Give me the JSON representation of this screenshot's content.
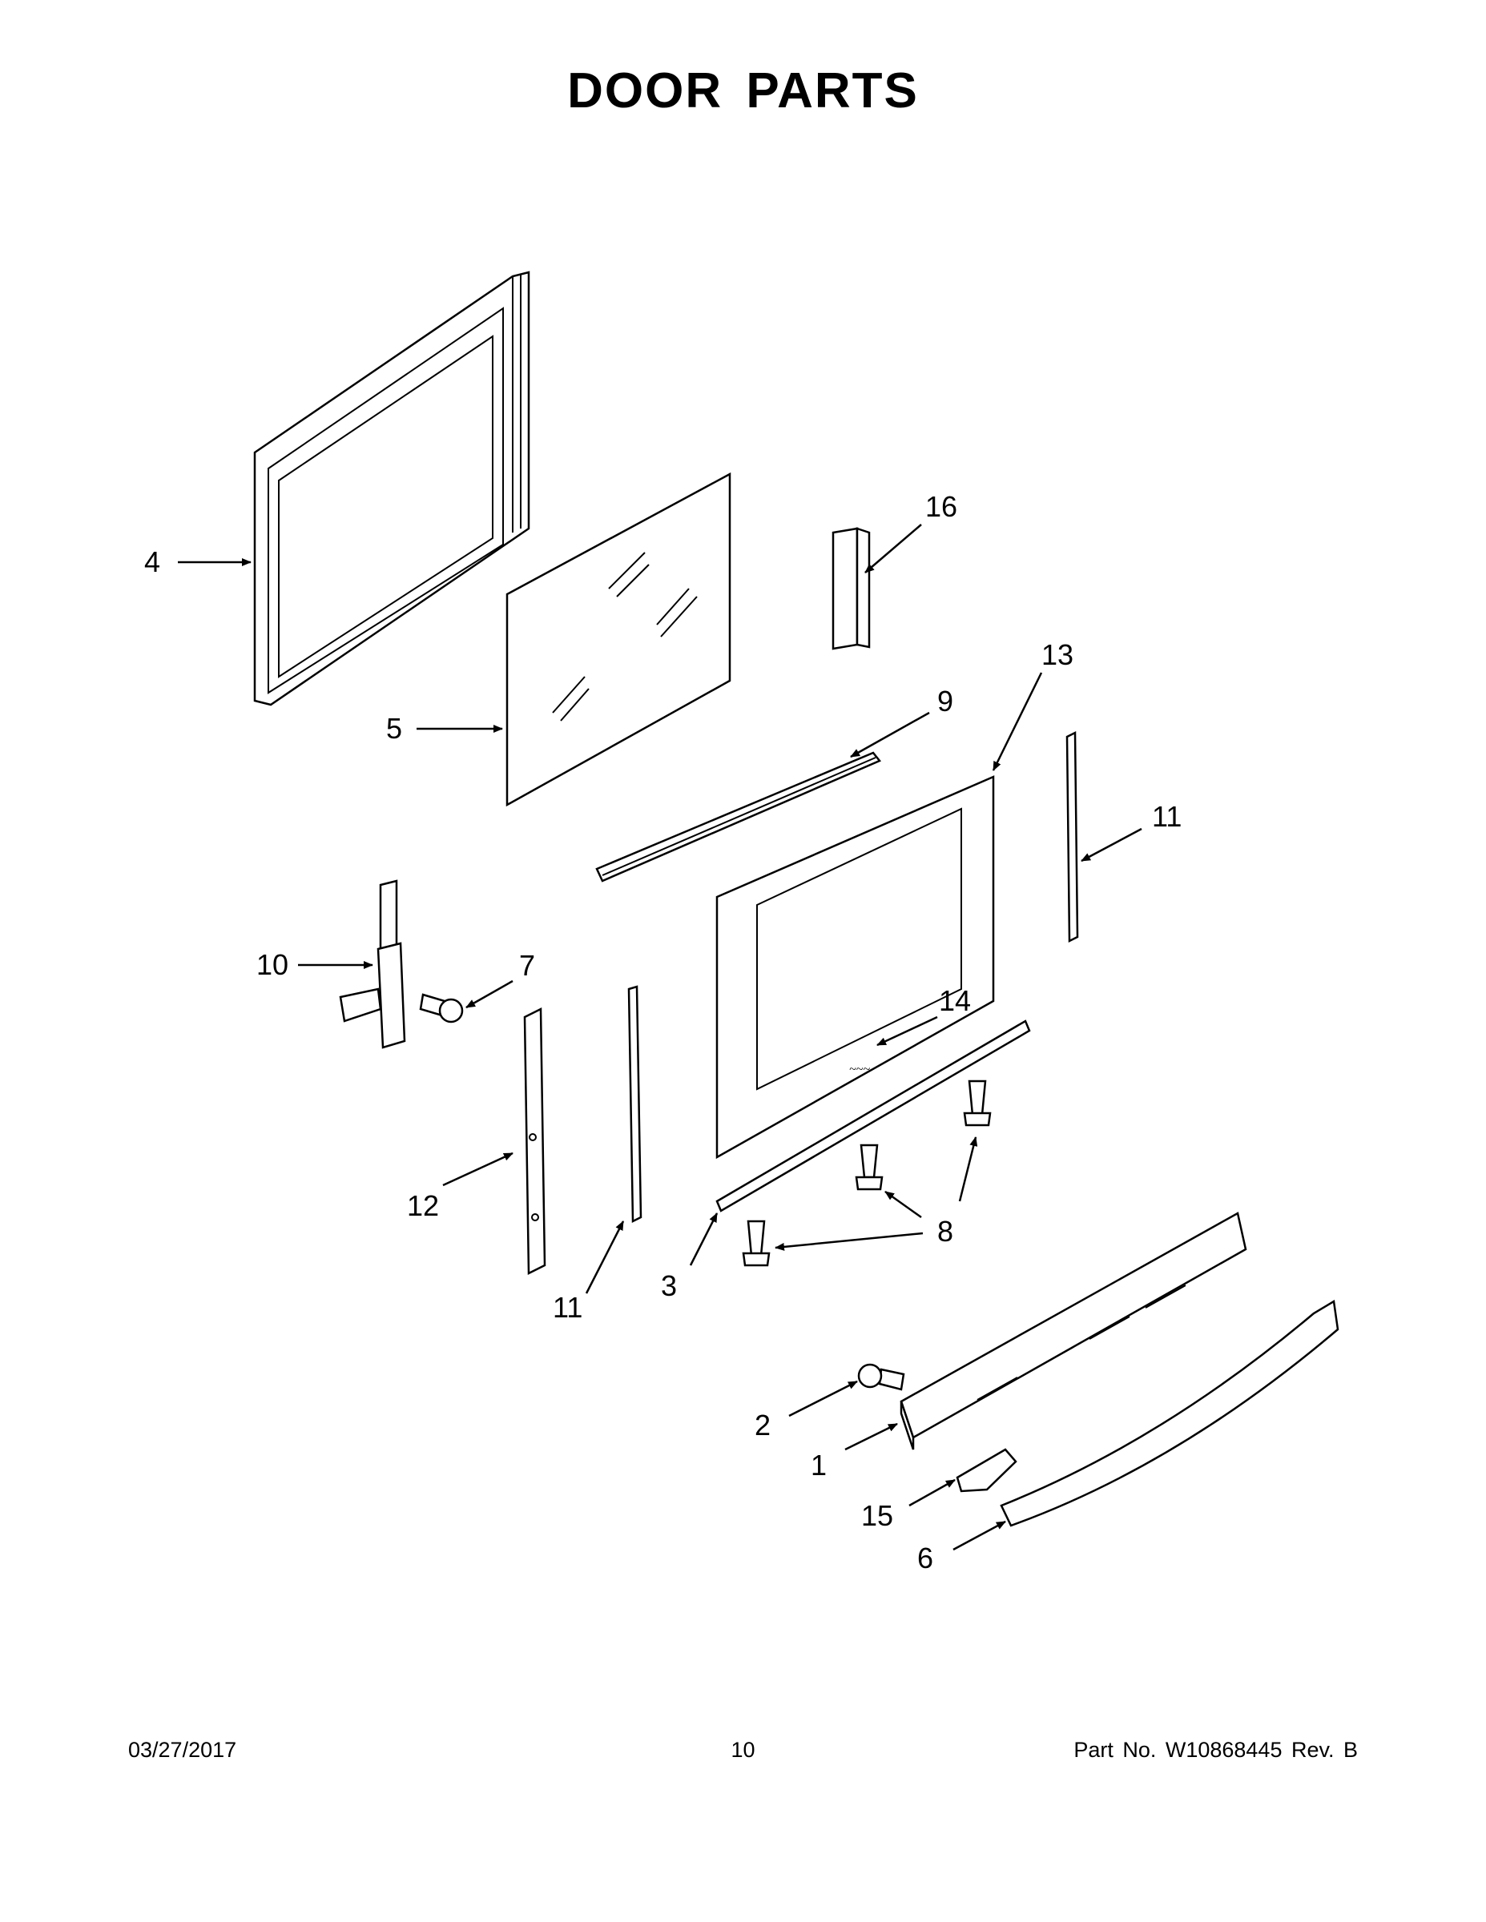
{
  "title": "DOOR PARTS",
  "footer": {
    "date": "03/27/2017",
    "page": "10",
    "part_number": "Part No.  W10868445  Rev.  B"
  },
  "callouts": {
    "c1": "1",
    "c2": "2",
    "c3": "3",
    "c4": "4",
    "c5": "5",
    "c6": "6",
    "c7": "7",
    "c8": "8",
    "c9": "9",
    "c10": "10",
    "c11a": "11",
    "c11b": "11",
    "c12": "12",
    "c13": "13",
    "c14": "14",
    "c15": "15",
    "c16": "16"
  }
}
